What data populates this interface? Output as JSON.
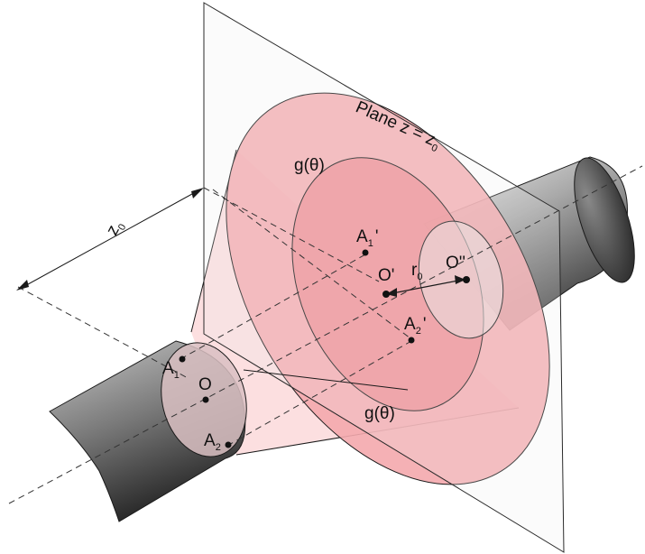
{
  "labels": {
    "plane": "Plane z = z",
    "plane_sub": "0",
    "g_upper": "g(θ)",
    "g_lower": "g(θ)",
    "z0": "z",
    "z0_sub": "0",
    "A1p": "A",
    "A1p_sub": "1",
    "A1p_prime": "'",
    "A2p": "A",
    "A2p_sub": "2",
    "A2p_prime": "'",
    "Op": "O'",
    "Opp": "O''",
    "r0": "r",
    "r0_sub": "0",
    "A1": "A",
    "A1_sub": "1",
    "O": "O",
    "A2": "A",
    "A2_sub": "2"
  },
  "colors": {
    "outer_ellipse": "#f4a9ad",
    "inner_ellipse": "#ee8e94",
    "cone": "#fbd9db",
    "cylinder_dark": "#3a3a3a",
    "cylinder_light": "#d8d8d8",
    "line": "#1a1a1a"
  }
}
